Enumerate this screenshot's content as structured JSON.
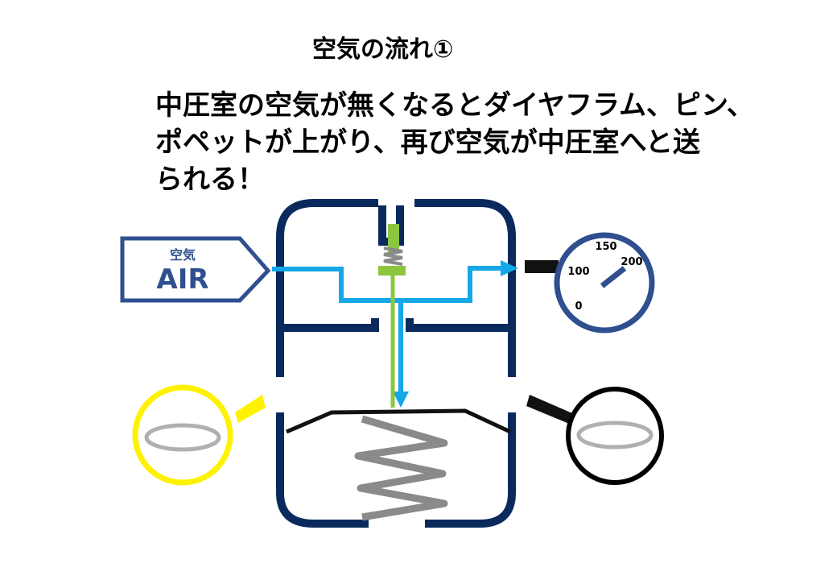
{
  "title": "空気の流れ①",
  "description_lines": [
    "中圧室の空気が無くなるとダイヤフラム、ピン、",
    "ポペットが上がり、再び空気が中圧室へと送",
    "られる！"
  ],
  "air_inlet": {
    "label_jp": "空気",
    "label_en": "AIR"
  },
  "gauge": {
    "ticks": [
      "0",
      "100",
      "150",
      "200"
    ]
  },
  "colors": {
    "body": "#0a2a5e",
    "air_flow": "#14a8e8",
    "pin": "#8cc63f",
    "spring": "#8a8a8a",
    "yellow_circle": "#fff200",
    "gauge_ring": "#2f4f8f",
    "inlet_box": "#2f4f8f"
  },
  "icons": [
    "magnifier-yellow-icon",
    "magnifier-black-icon",
    "pressure-gauge-icon"
  ]
}
